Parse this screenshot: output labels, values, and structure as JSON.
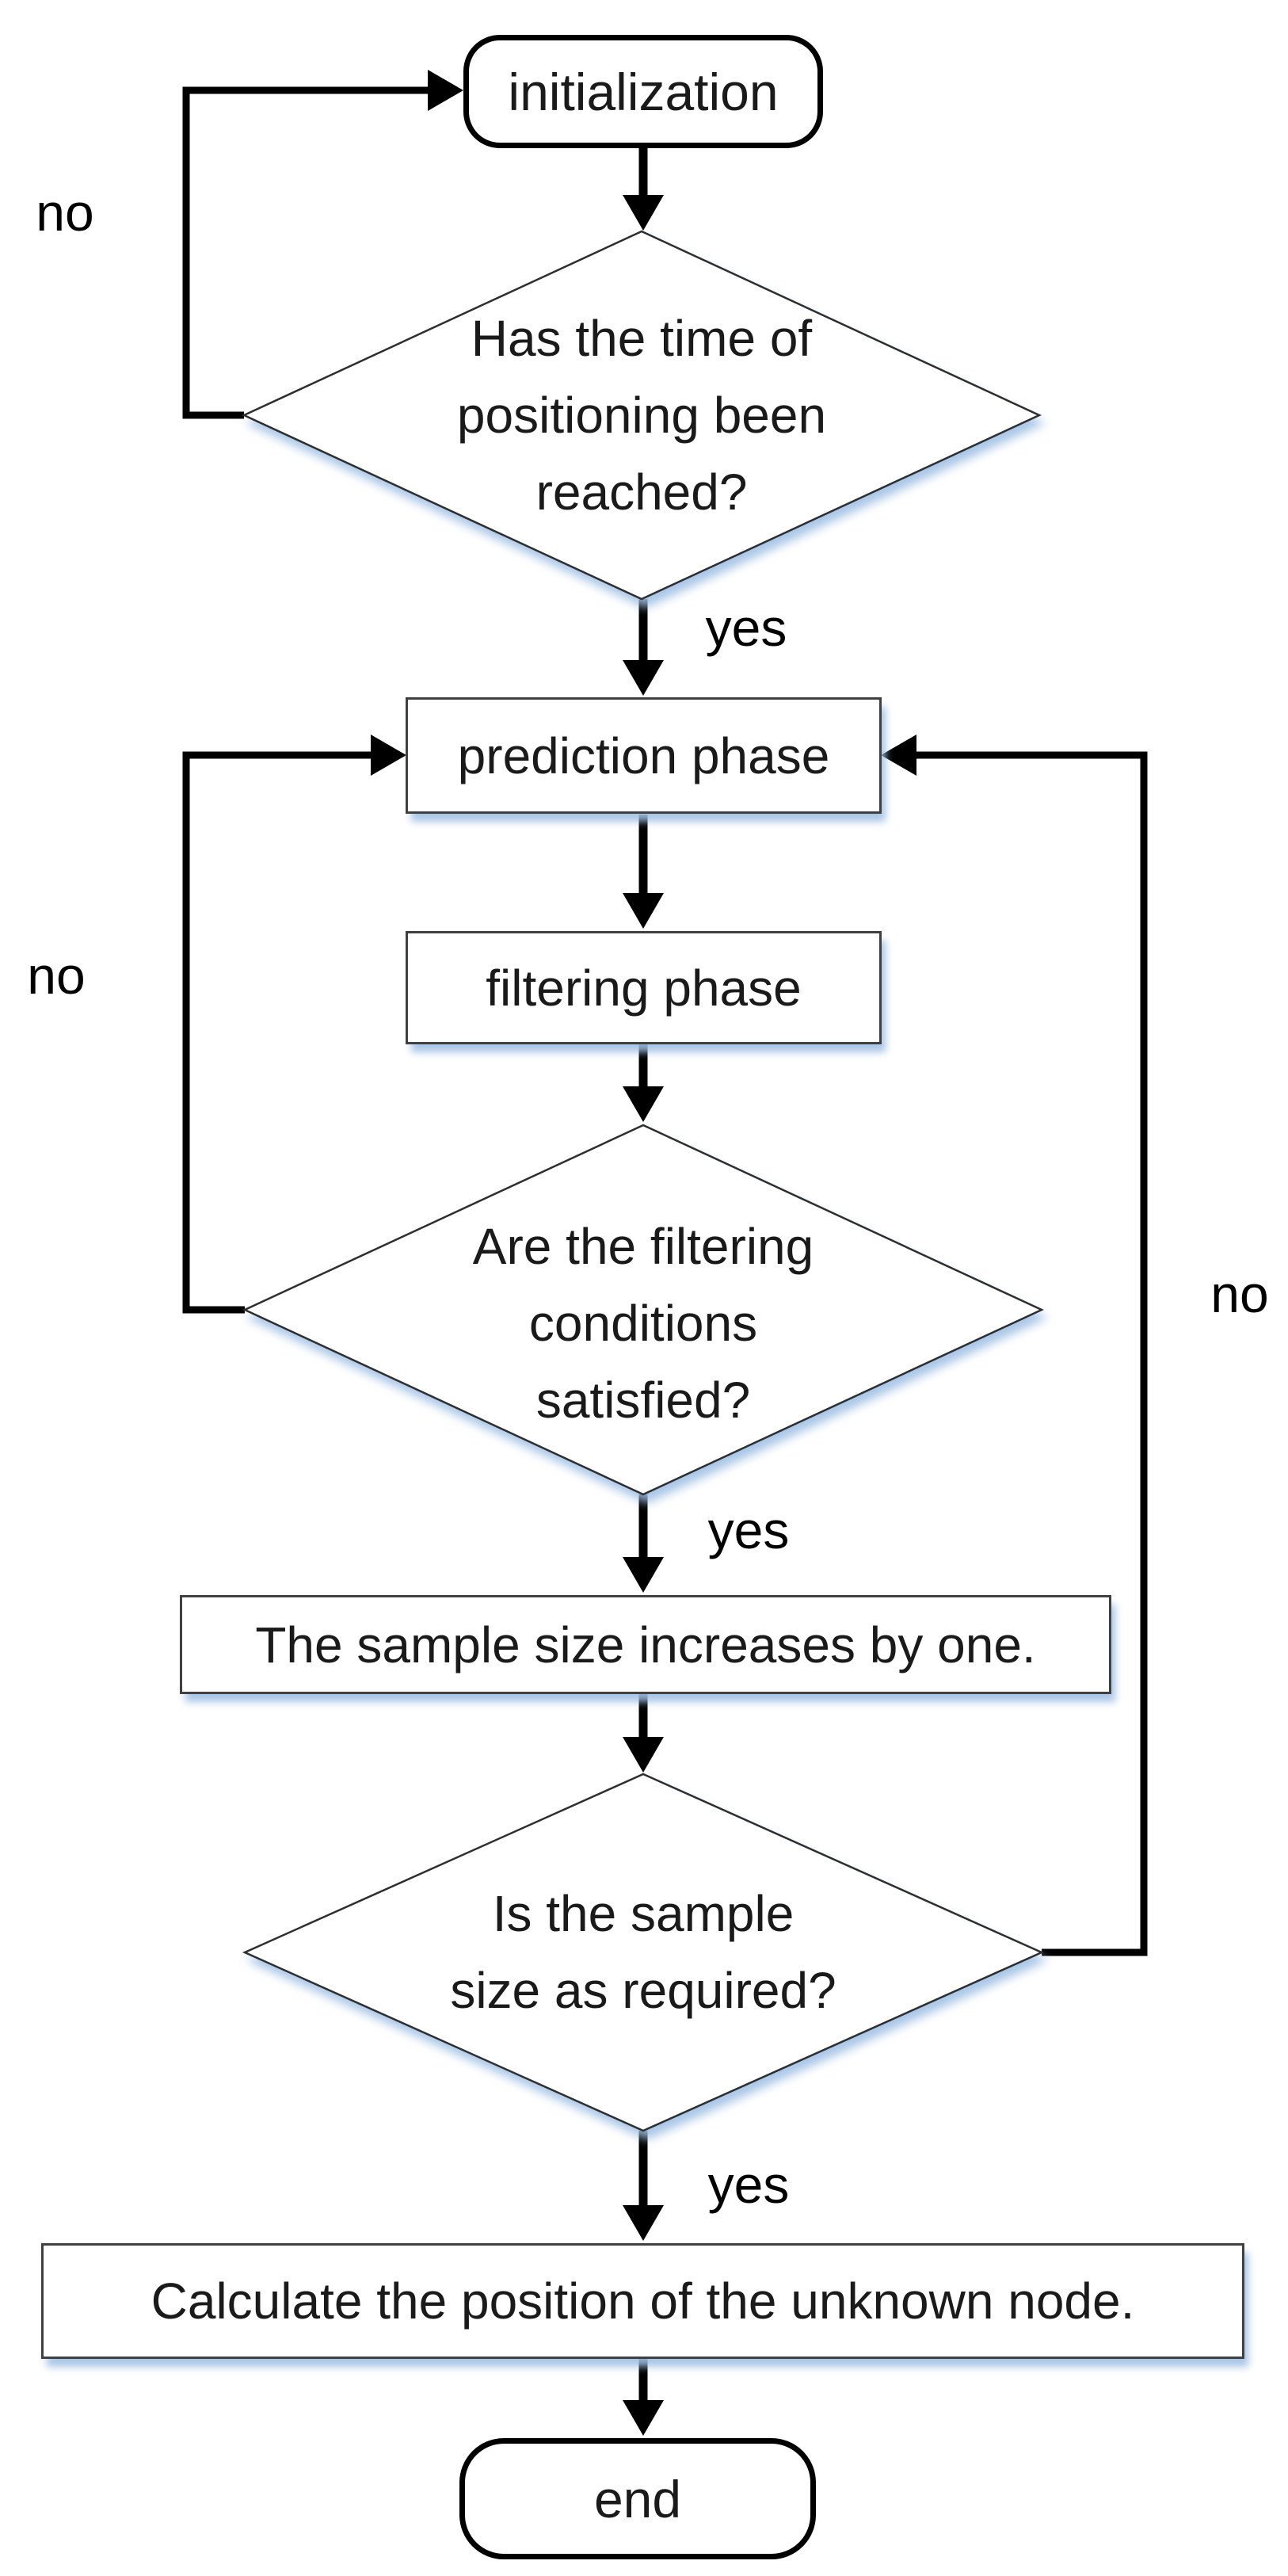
{
  "figure": {
    "background_color": "#ffffff",
    "line_color": "#000000",
    "box_border_color": "#404040",
    "terminator_border_color": "#000000",
    "shadow_color": "rgba(160,192,228,0.9)"
  },
  "nodes": {
    "start": {
      "label": "initialization",
      "type": "terminator"
    },
    "decision_time": {
      "type": "decision",
      "lines": [
        "Has the time of",
        "positioning been",
        "reached?"
      ]
    },
    "prediction": {
      "label": "prediction phase",
      "type": "process"
    },
    "filtering": {
      "label": "filtering phase",
      "type": "process"
    },
    "decision_filter": {
      "type": "decision",
      "lines": [
        "Are the filtering",
        "conditions",
        "satisfied?"
      ]
    },
    "sample": {
      "label": "The sample size increases by one.",
      "type": "process"
    },
    "decision_sample": {
      "type": "decision",
      "lines": [
        "Is the sample",
        "size as required?"
      ]
    },
    "calculate": {
      "label": "Calculate the position of the unknown node.",
      "type": "process"
    },
    "end": {
      "label": "end",
      "type": "terminator"
    }
  },
  "edge_labels": {
    "no_time": "no",
    "no_filter": "no",
    "no_sample": "no",
    "yes_time": "yes",
    "yes_filter": "yes",
    "yes_sample": "yes"
  }
}
